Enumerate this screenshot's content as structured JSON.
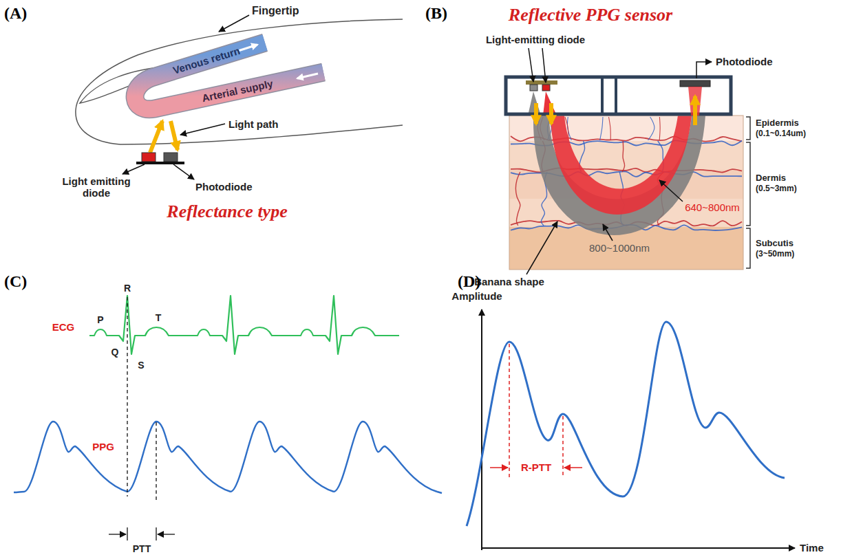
{
  "diagram": {
    "labels": [
      "(A)",
      "Fingertip",
      "Venous return",
      "Arterial supply",
      "Light path",
      "Light emitting diode",
      "Photodiode",
      "Reflectance type",
      "(B)",
      "Reflective PPG sensor",
      "Light-emitting diode",
      "Photodiode",
      "Epidermis",
      "(0.1~0.14um)",
      "Dermis",
      "(0.5~3mm)",
      "Subcutis",
      "(3~50mm)",
      "640~800nm",
      "800~1000nm",
      "Banana shape",
      "(C)",
      "ECG",
      "R",
      "P",
      "T",
      "Q",
      "S",
      "PPG",
      "PTT",
      "(D)",
      "Amplitude",
      "Time",
      "R-PTT"
    ]
  }
}
